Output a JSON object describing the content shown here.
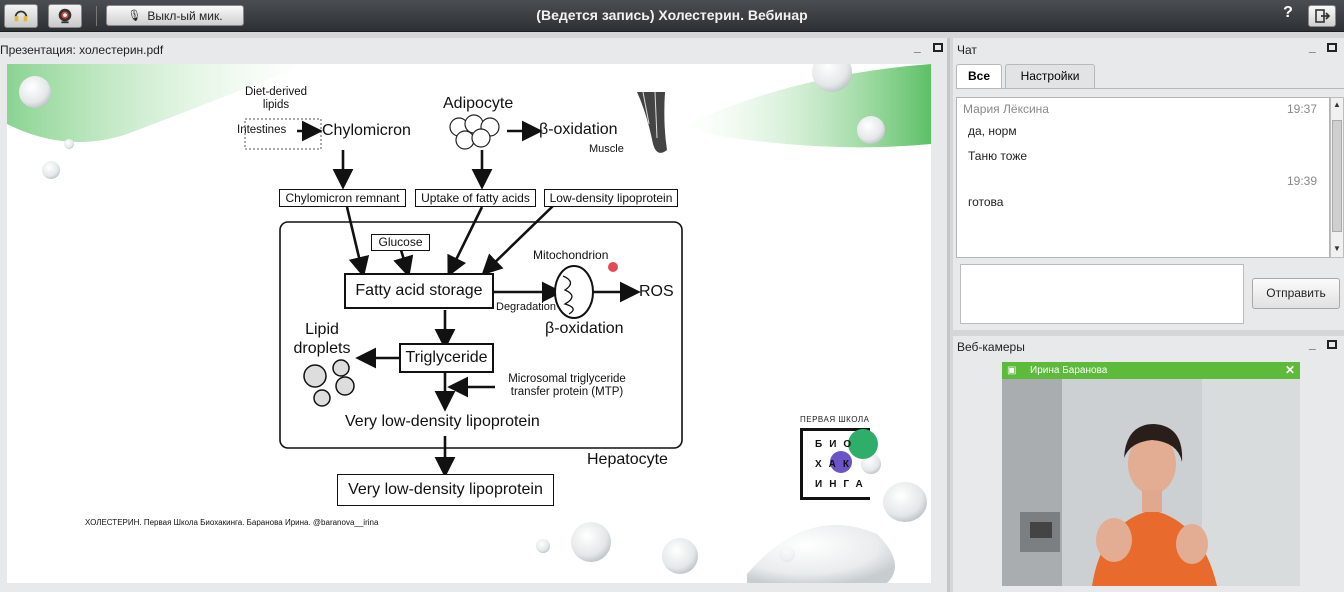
{
  "window": {
    "title": "(Ведется запись) Холестерин. Вебинар",
    "mic_label": "Выкл-ый мик.",
    "help_label": "?"
  },
  "presentation": {
    "header": "Презентация: холестерин.pdf",
    "slide": {
      "diet_lipids": "Diet-derived lipids",
      "intestines": "Intestines",
      "chylomicron": "Chylomicron",
      "adipocyte": "Adipocyte",
      "beta_oxidation_top": "β-oxidation",
      "muscle": "Muscle",
      "chylomicron_remnant": "Chylomicron remnant",
      "uptake_fatty_acids": "Uptake of fatty acids",
      "ldl": "Low-density lipoprotein",
      "glucose": "Glucose",
      "mitochondrion": "Mitochondrion",
      "fatty_acid_storage": "Fatty acid storage",
      "degradation": "Degradation",
      "ros": "ROS",
      "beta_oxidation_bottom": "β-oxidation",
      "lipid_droplets": "Lipid droplets",
      "triglyceride": "Triglyceride",
      "mtp": "Microsomal triglyceride transfer protein (MTP)",
      "vldl_inner": "Very low-density lipoprotein",
      "hepatocyte": "Hepatocyte",
      "vldl_outer": "Very low-density lipoprotein",
      "footer": "ХОЛЕСТЕРИН. Первая Школа Биохакинга. Баранова Ирина. @baranova__irina",
      "logo_caption": "ПЕРВАЯ ШКОЛА",
      "logo_rows": [
        "БИО",
        "ХАК",
        "ИНГА"
      ]
    }
  },
  "chat": {
    "header": "Чат",
    "tabs": [
      "Все",
      "Настройки"
    ],
    "messages": [
      {
        "author": "Мария Лёксина",
        "time": "19:37",
        "lines": [
          "да, норм",
          "Таню тоже"
        ]
      },
      {
        "author": "",
        "time": "19:39",
        "lines": [
          "готова"
        ]
      }
    ],
    "send_label": "Отправить"
  },
  "webcams": {
    "header": "Веб-камеры",
    "presenter": "Ирина Баранова"
  },
  "colors": {
    "accent_green": "#5dba3a",
    "topbar": "#3a3d41"
  }
}
